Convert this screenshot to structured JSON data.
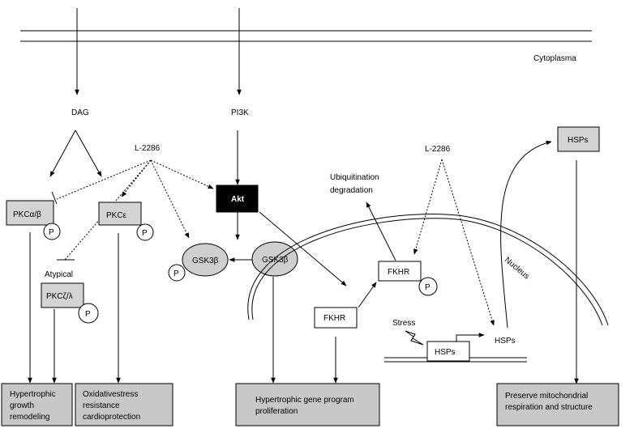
{
  "diagram": {
    "region_label": "Cytoplasma",
    "nucleus_label": "Nucleus",
    "nodes": {
      "dag": "DAG",
      "pi3k": "PI3K",
      "l2286_left": "L-2286",
      "l2286_right": "L-2286",
      "pkc_ab": "PKCα/β",
      "pkc_e": "PKCε",
      "atypical": "Atypical",
      "pkc_zl": "PKCζ/λ",
      "akt": "Akt",
      "gsk3b_p": "GSK3β",
      "gsk3b": "GSK3β",
      "ubiquitination_1": "Ubiquitination",
      "ubiquitination_2": "degradation",
      "fkhr_p": "FKHR",
      "fkhr": "FKHR",
      "stress": "Stress",
      "hsps_gene": "HSPs",
      "hsps_nuclear": "HSPs",
      "hsps_top": "HSPs",
      "phospho": "P"
    },
    "outcomes": {
      "out1_l1": "Hypertrophic",
      "out1_l2": "growth",
      "out1_l3": "remodeling",
      "out2_l1": "Oxidativestress",
      "out2_l2": "resistance",
      "out2_l3": "cardioprotection",
      "out3_l1": "Hypertrophic gene program",
      "out3_l2": "proliferation",
      "out4_l1": "Preserve mitochondrial",
      "out4_l2": "respiration and structure"
    }
  }
}
